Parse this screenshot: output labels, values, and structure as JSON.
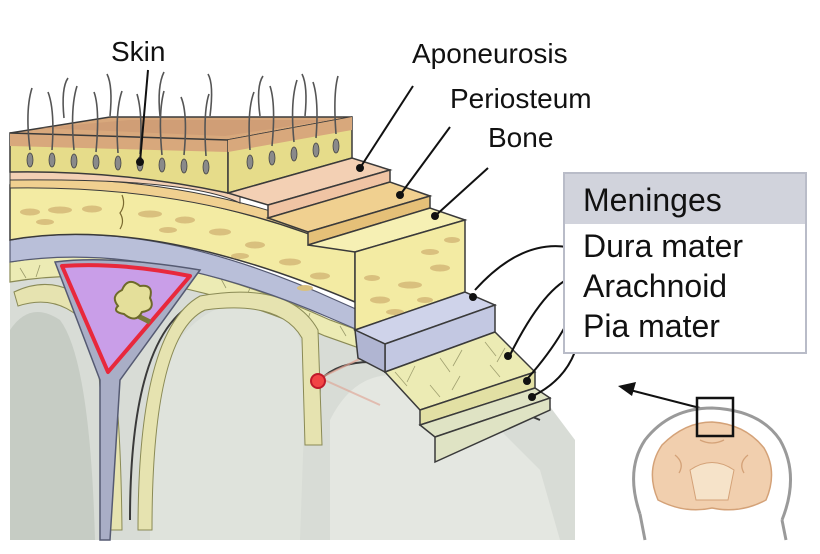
{
  "labels": {
    "skin": "Skin",
    "aponeurosis": "Aponeurosis",
    "periosteum": "Periosteum",
    "bone": "Bone"
  },
  "meninges": {
    "title": "Meninges",
    "dura": "Dura mater",
    "arachnoid": "Arachnoid",
    "pia": "Pia mater"
  },
  "colors": {
    "skin": "#d8a87c",
    "skin_upper": "#ecc9a8",
    "hair_layer": "#e6dc8a",
    "aponeurosis": "#f3d0b4",
    "periosteum": "#f0d090",
    "bone": "#f3eba3",
    "dura": "#c3c8e2",
    "arachnoid": "#ecebb4",
    "pia": "#dfe3c4",
    "brain": "#d8dcd6",
    "sinus": "#c99ee8",
    "vessel_red": "#e8283c",
    "meninges_header": "#d1d3dc"
  },
  "icons": [
    "brain-inset-icon",
    "pointer-arrow-icon"
  ]
}
